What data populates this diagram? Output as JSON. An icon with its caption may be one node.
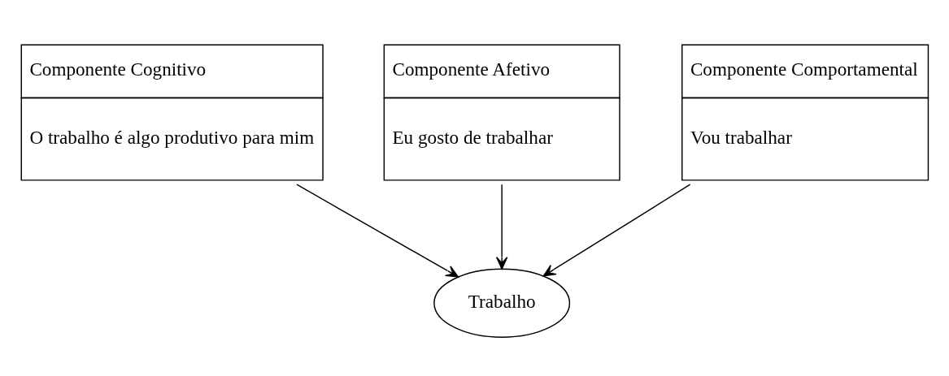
{
  "diagram": {
    "nodes": [
      {
        "text": [
          "Componente Cognitivo",
          "O trabalho é algo produtivo para mim"
        ]
      },
      {
        "text": [
          "Componente Afetivo",
          "Eu gosto de trabalhar"
        ]
      },
      {
        "text": [
          "Componente Comportamental",
          "Vou trabalhar"
        ]
      },
      {
        "text": [
          "Trabalho"
        ]
      }
    ],
    "edges": [
      {
        "from": 0,
        "to": 3,
        "arrow": "to"
      },
      {
        "from": 1,
        "to": 3,
        "arrow": "to"
      },
      {
        "from": 2,
        "to": 3,
        "arrow": "to"
      }
    ]
  }
}
